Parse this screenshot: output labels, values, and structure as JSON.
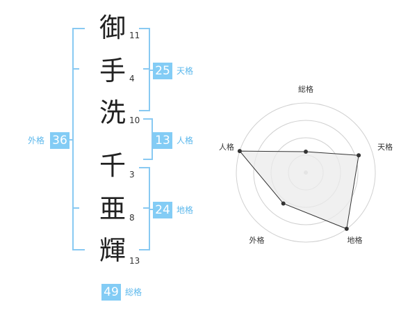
{
  "name": {
    "chars": [
      {
        "char": "御",
        "strokes": "11"
      },
      {
        "char": "手",
        "strokes": "4"
      },
      {
        "char": "洗",
        "strokes": "10"
      },
      {
        "char": "千",
        "strokes": "3"
      },
      {
        "char": "亜",
        "strokes": "8"
      },
      {
        "char": "輝",
        "strokes": "13"
      }
    ]
  },
  "scores": {
    "tenkaku": {
      "value": "25",
      "label": "天格"
    },
    "jinkaku": {
      "value": "13",
      "label": "人格"
    },
    "chikaku": {
      "value": "24",
      "label": "地格"
    },
    "gaikaku": {
      "value": "36",
      "label": "外格"
    },
    "soukaku": {
      "value": "49",
      "label": "総格"
    }
  },
  "colors": {
    "accent": "#83ccf5",
    "bracket": "#88c9f2"
  },
  "chart_data": {
    "type": "radar",
    "axes": [
      "総格",
      "天格",
      "地格",
      "外格",
      "人格"
    ],
    "values": [
      0.3,
      0.8,
      1.0,
      0.55,
      1.0
    ],
    "scale_max": 1.0,
    "rings": 4
  }
}
